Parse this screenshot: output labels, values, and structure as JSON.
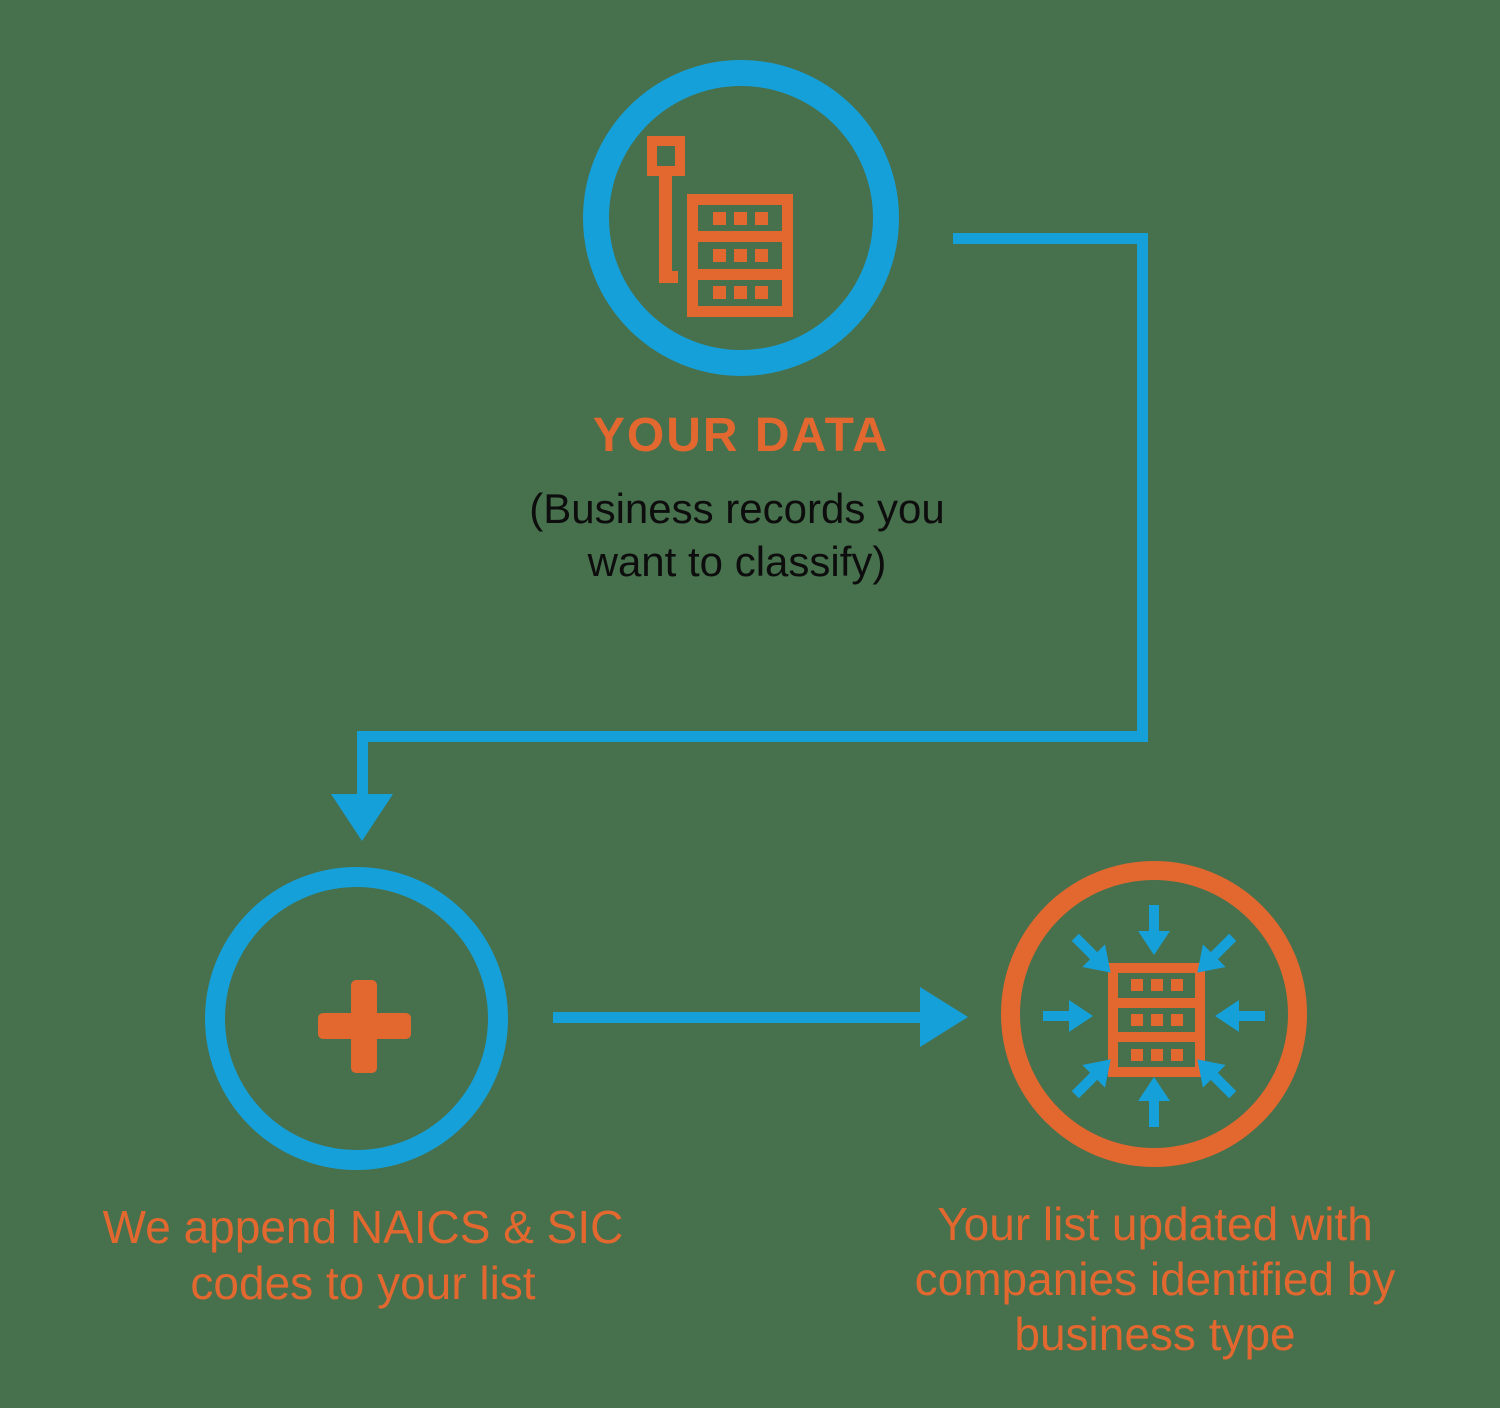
{
  "background_color": "#47704D",
  "palette": {
    "blue": "#16A0D9",
    "orange": "#E2682F",
    "text_black": "#0D0D0D"
  },
  "flow": {
    "step1": {
      "icon": "database-server-icon",
      "heading": "YOUR DATA",
      "sub_line1": "(Business records you",
      "sub_line2": "want to classify)"
    },
    "step2": {
      "icon": "plus-icon",
      "label_line1": "We append NAICS & SIC",
      "label_line2": "codes to your list"
    },
    "step3": {
      "icon": "converging-arrows-server-icon",
      "label_line1": "Your list updated with",
      "label_line2": "companies identified by",
      "label_line3": "business type"
    }
  }
}
